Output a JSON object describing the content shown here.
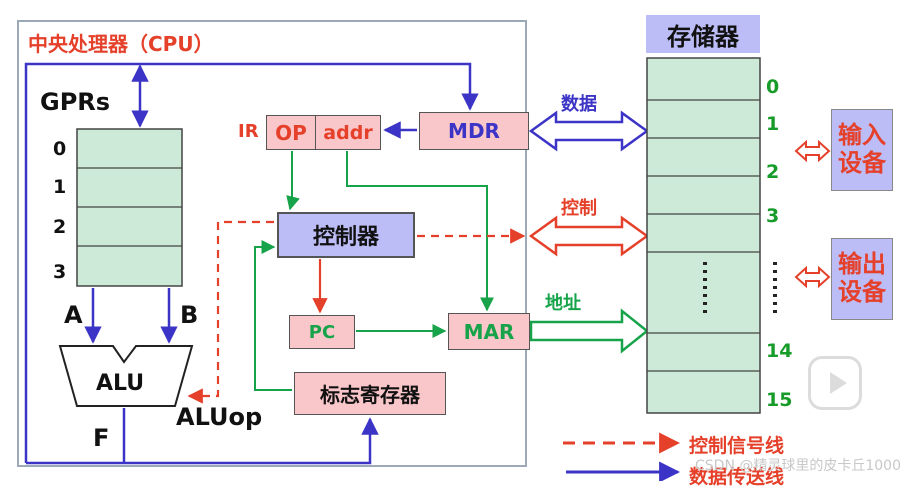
{
  "cpu": {
    "title": "中央处理器（CPU）"
  },
  "gprs": {
    "title": "GPRs",
    "indices": [
      "0",
      "1",
      "2",
      "3"
    ]
  },
  "alu": {
    "label": "ALU",
    "input_a": "A",
    "input_b": "B",
    "output": "F",
    "op": "ALUop"
  },
  "ir": {
    "label": "IR",
    "op": "OP",
    "addr": "addr"
  },
  "mdr": {
    "label": "MDR"
  },
  "controller": {
    "label": "控制器"
  },
  "pc": {
    "label": "PC"
  },
  "mar": {
    "label": "MAR"
  },
  "flags": {
    "label": "标志寄存器"
  },
  "memory": {
    "title": "存储器",
    "addresses": [
      "0",
      "1",
      "2",
      "3",
      "14",
      "15"
    ]
  },
  "buses": {
    "data": "数据",
    "control": "控制",
    "address": "地址"
  },
  "devices": {
    "input": "输入设备",
    "output": "输出设备"
  },
  "legend": {
    "control_line": "控制信号线",
    "data_line": "数据传送线"
  },
  "watermark": "CSDN @精灵球里的皮卡丘1000",
  "colors": {
    "data_bus": "#3b34c6",
    "control": "#e5402a",
    "internal": "#17a34a",
    "register_fill": "#f9c6c9",
    "unit_fill": "#bcbcf7"
  }
}
